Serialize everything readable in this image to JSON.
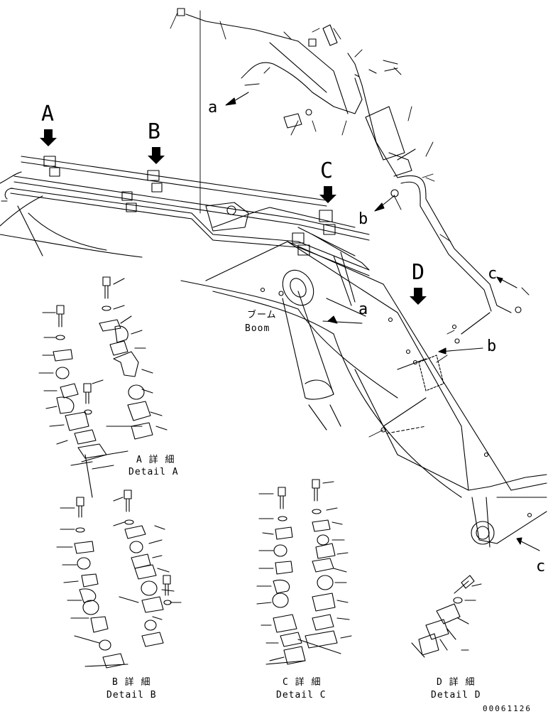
{
  "callouts": {
    "A": "A",
    "B": "B",
    "C": "C",
    "D": "D"
  },
  "ref_labels": {
    "a1": "a",
    "a2": "a",
    "b1": "b",
    "b2": "b",
    "c1": "c",
    "c2": "c"
  },
  "boom": {
    "jp": "ブーム",
    "en": "Boom"
  },
  "details": {
    "a": {
      "jp": "A 詳 細",
      "en": "Detail A"
    },
    "b": {
      "jp": "B 詳 細",
      "en": "Detail B"
    },
    "c": {
      "jp": "C 詳 細",
      "en": "Detail C"
    },
    "d": {
      "jp": "D 詳 細",
      "en": "Detail D"
    }
  },
  "drawing_number": "00061126",
  "colors": {
    "ink": "#000000",
    "paper": "#ffffff"
  },
  "icons": [
    "down-arrow-icon",
    "leader-arrow-icon"
  ]
}
